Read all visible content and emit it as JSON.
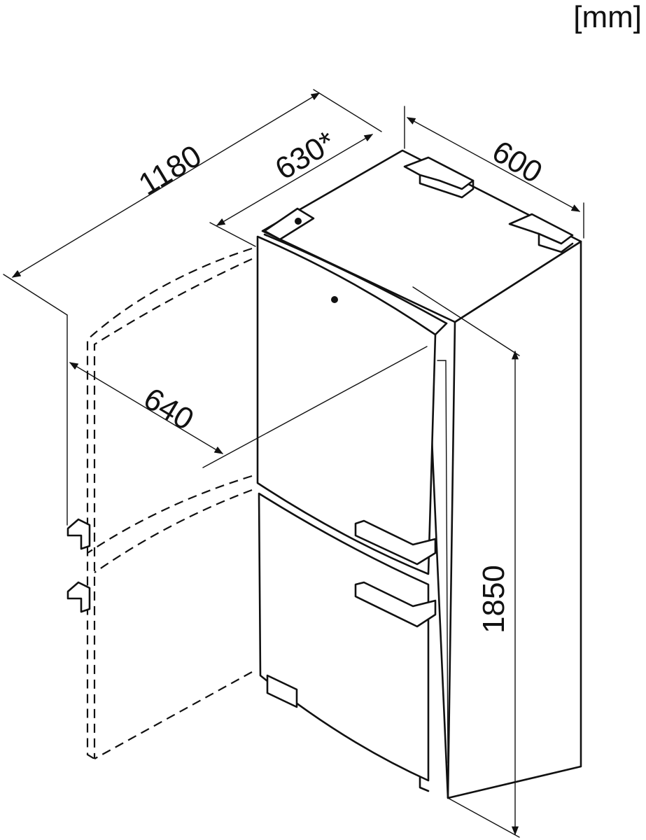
{
  "unit_label": "[mm]",
  "dimensions": {
    "total_depth_open": "1180",
    "depth": "630*",
    "width": "600",
    "door_swing": "640",
    "height": "1850"
  }
}
